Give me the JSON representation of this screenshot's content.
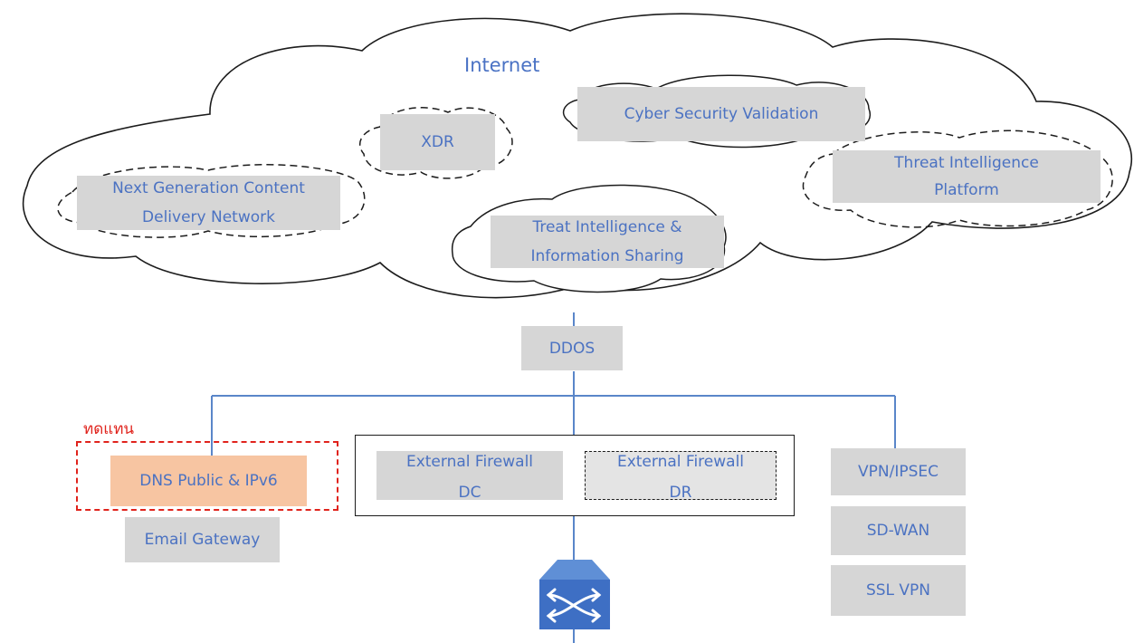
{
  "cloud": {
    "title": "Internet",
    "services": {
      "cyber_security_validation": "Cyber Security Validation",
      "xdr": "XDR",
      "threat_intelligence_platform": "Threat Intelligence\nPlatform",
      "next_gen_cdn": "Next Generation Content\nDelivery Network",
      "treat_intel_sharing": "Treat Intelligence &\nInformation Sharing"
    }
  },
  "network": {
    "ddos": "DDOS",
    "dns_public": "DNS Public & IPv6",
    "email_gateway": "Email Gateway",
    "fw_dc": "External Firewall\nDC",
    "fw_dr": "External Firewall\nDR",
    "vpn_ipsec": "VPN/IPSEC",
    "sd_wan": "SD-WAN",
    "ssl_vpn": "SSL VPN"
  },
  "annotation": {
    "replace_label": "ทดแทน"
  },
  "colors": {
    "label_blue": "#4b72c2",
    "box_grey": "#d6d6d6",
    "highlight_orange": "#f7c5a2",
    "annotation_red": "#e0231c",
    "line_blue": "#5a86c9",
    "switch_blue": "#3e6fc4"
  },
  "icons": {
    "switch": "network-switch-icon"
  }
}
